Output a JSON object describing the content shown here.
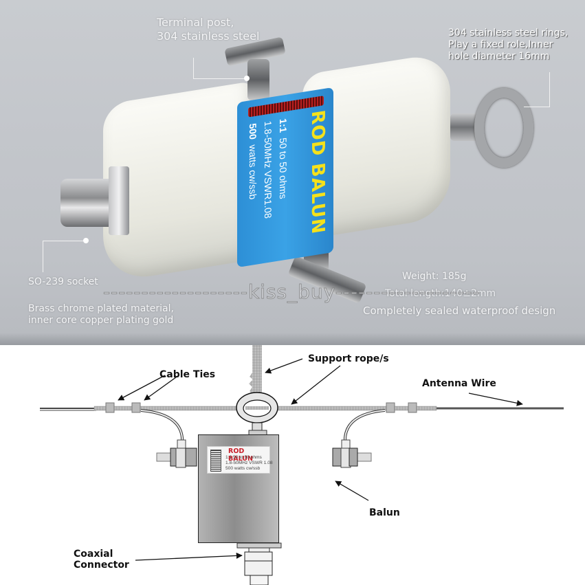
{
  "photo": {
    "captions": {
      "terminal_post": [
        "Terminal post,",
        "304 stainless steel"
      ],
      "rings": [
        "304 stainless steel rings,",
        "Play a fixed role,Inner",
        "hole diameter 16mm"
      ],
      "socket": "SO-239 socket",
      "brass": [
        "Brass chrome plated material,",
        "inner core copper plating gold"
      ],
      "weight": "Weight: 185g",
      "length": "Total length:140±2mm",
      "sealed": "Completely sealed waterproof design"
    },
    "watermark": "-------------------kiss_buy-------------------",
    "product_label": {
      "brand": "ROD BALUN",
      "ratio": "1:1",
      "impedance": "50 to 50 ohms",
      "band": "1.8-50MHz VSWR1.08",
      "power": "500",
      "power_unit": "watts  cw/ssb",
      "brand_color": "#f5e11b",
      "label_color": "#3aa2e6"
    }
  },
  "diagram": {
    "labels": {
      "support_rope": "Support rope/s",
      "cable_ties": "Cable Ties",
      "antenna_wire": "Antenna Wire",
      "balun": "Balun",
      "coaxial_connector": [
        "Coaxial",
        "Connector"
      ]
    },
    "box_label": {
      "title": "ROD BALUN",
      "line1": "1:1      50 to 50 ohms",
      "line2": "1.8-50MHz  VSWR 1.08",
      "line3": "500 watts   cw/ssb",
      "title_color": "#c8202a"
    }
  }
}
